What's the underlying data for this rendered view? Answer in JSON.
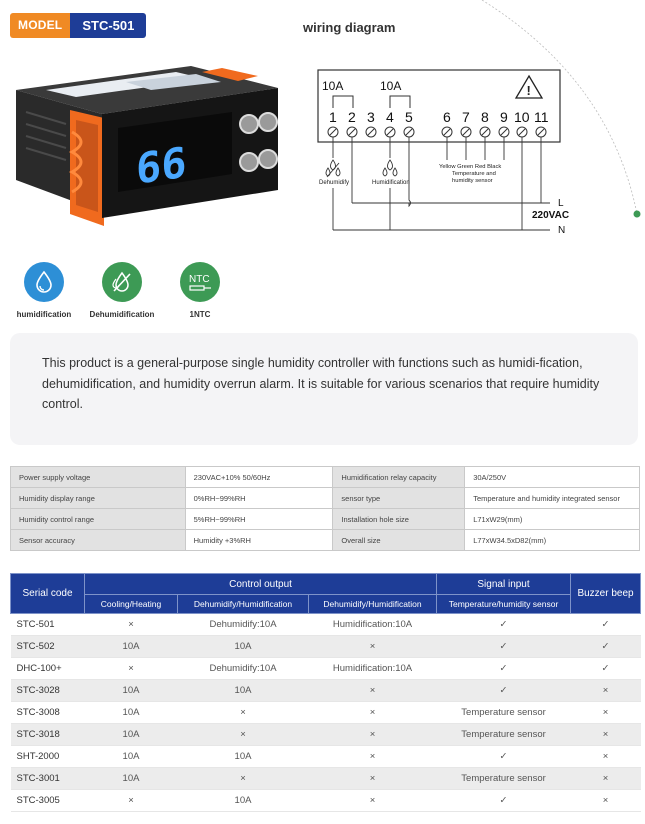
{
  "badge": {
    "model_label": "MODEL",
    "model_code": "STC-501"
  },
  "wiring": {
    "title": "wiring diagram",
    "relay_ratings": [
      "10A",
      "10A"
    ],
    "terminals": [
      "1",
      "2",
      "3",
      "4",
      "5",
      "6",
      "7",
      "8",
      "9",
      "10",
      "11"
    ],
    "dehumidify_label": "Dehumidify",
    "humidification_label": "Humidification",
    "sensor_colors": "Yellow Green  Red   Black",
    "sensor_label_1": "Temperature and",
    "sensor_label_2": "humidity sensor",
    "line_l": "L",
    "voltage": "220VAC",
    "line_n": "N"
  },
  "device": {
    "display_reading": "66"
  },
  "features": [
    {
      "label": "humidification",
      "icon": "humidification-icon",
      "color": "#2d8fd6"
    },
    {
      "label": "Dehumidification",
      "icon": "dehumidification-icon",
      "color": "#3d9a55"
    },
    {
      "label": "1NTC",
      "icon": "ntc-icon",
      "color": "#3d9a55",
      "icon_text": "NTC"
    }
  ],
  "description": "This product is a general-purpose single humidity controller with functions such as humidi-fication, dehumidification, and humidity overrun alarm. It is suitable for various scenarios that require humidity control.",
  "spec": [
    [
      "Power supply voltage",
      "230VAC+10% 50/60Hz",
      "Humidification relay capacity",
      "30A/250V"
    ],
    [
      "Humidity display range",
      "0%RH~99%RH",
      "sensor type",
      "Temperature and humidity integrated sensor"
    ],
    [
      "Humidity control range",
      "5%RH~99%RH",
      "Installation hole size",
      "L71xW29(mm)"
    ],
    [
      "Sensor accuracy",
      "Humidity +3%RH",
      "Overall size",
      "L77xW34.5xD82(mm)"
    ]
  ],
  "comparison": {
    "headers": {
      "serial": "Serial code",
      "control_output": "Control output",
      "signal_input": "Signal input",
      "buzzer": "Buzzer beep",
      "cooling": "Cooling/Heating",
      "dehum1": "Dehumidify/Humidification",
      "dehum2": "Dehumidify/Humidification",
      "sensor": "Temperature/humidity sensor"
    },
    "rows": [
      [
        "STC-501",
        "×",
        "Dehumidify:10A",
        "Humidification:10A",
        "✓",
        "✓"
      ],
      [
        "STC-502",
        "10A",
        "10A",
        "×",
        "✓",
        "✓"
      ],
      [
        "DHC-100+",
        "×",
        "Dehumidify:10A",
        "Humidification:10A",
        "✓",
        "✓"
      ],
      [
        "STC-3028",
        "10A",
        "10A",
        "×",
        "✓",
        "×"
      ],
      [
        "STC-3008",
        "10A",
        "×",
        "×",
        "Temperature sensor",
        "×"
      ],
      [
        "STC-3018",
        "10A",
        "×",
        "×",
        "Temperature sensor",
        "×"
      ],
      [
        "SHT-2000",
        "10A",
        "10A",
        "×",
        "✓",
        "×"
      ],
      [
        "STC-3001",
        "10A",
        "×",
        "×",
        "Temperature sensor",
        "×"
      ],
      [
        "STC-3005",
        "×",
        "10A",
        "×",
        "✓",
        "×"
      ]
    ]
  }
}
